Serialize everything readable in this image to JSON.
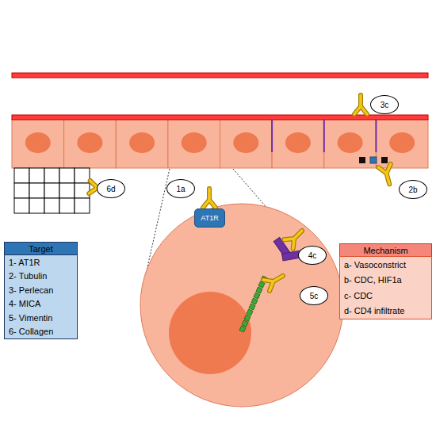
{
  "diagram": {
    "nodes": [
      {
        "text": [
          "3c"
        ]
      },
      {
        "text": [
          "1a"
        ]
      },
      {
        "text": [
          "2b"
        ]
      },
      {
        "text": [
          "6d"
        ]
      },
      {
        "text": [
          "AT1R"
        ]
      },
      {
        "text": [
          "Target"
        ]
      },
      {
        "text": [
          "1- AT1R",
          "2- Tubulin",
          "3- Perlecan",
          "4- MICA",
          "5- Vimentin",
          "6- Collagen"
        ]
      },
      {
        "text": [
          "4c"
        ]
      },
      {
        "text": [
          "Mechanism"
        ]
      },
      {
        "text": [
          "a- Vasoconstrict",
          "b- CDC, HIF1a",
          "c- CDC",
          "d- CD4 infiltrate"
        ]
      },
      {
        "text": [
          "5c"
        ]
      }
    ]
  }
}
